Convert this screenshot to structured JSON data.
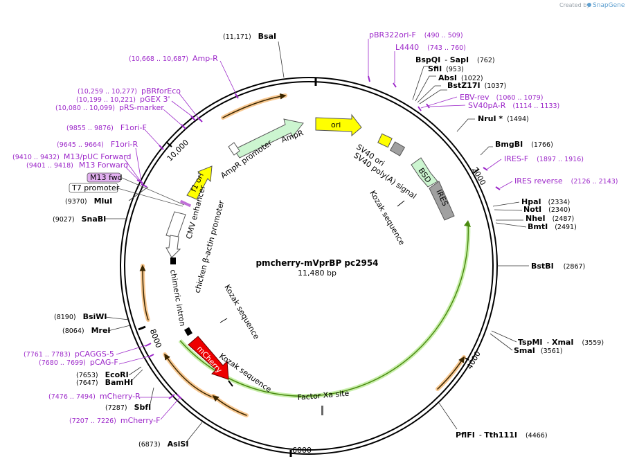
{
  "watermark": {
    "created_by": "Created by",
    "brand": "SnapGene"
  },
  "plasmid": {
    "name": "pmcherry-mVprBP  pc2954",
    "size": "11,480 bp"
  },
  "ticks": [
    "2000",
    "4000",
    "6000",
    "8000",
    "10,000"
  ],
  "sites_right": [
    {
      "name": "BspQI",
      "alt": "SapI",
      "coord": "(762)"
    },
    {
      "name": "SfiI",
      "alt": "",
      "coord": "(953)"
    },
    {
      "name": "AbsI",
      "alt": "",
      "coord": "(1022)"
    },
    {
      "name": "BstZ17I",
      "alt": "",
      "coord": "(1037)"
    },
    {
      "name": "NruI *",
      "alt": "",
      "coord": "(1494)"
    },
    {
      "name": "BmgBI",
      "alt": "",
      "coord": "(1766)"
    },
    {
      "name": "HpaI",
      "alt": "",
      "coord": "(2334)"
    },
    {
      "name": "NotI",
      "alt": "",
      "coord": "(2340)"
    },
    {
      "name": "NheI",
      "alt": "",
      "coord": "(2487)"
    },
    {
      "name": "BmtI",
      "alt": "",
      "coord": "(2491)"
    },
    {
      "name": "BstBI",
      "alt": "",
      "coord": "(2867)"
    },
    {
      "name": "TspMI",
      "alt": "XmaI",
      "coord": "(3559)"
    },
    {
      "name": "SmaI",
      "alt": "",
      "coord": "(3561)"
    },
    {
      "name": "PflFI",
      "alt": "Tth111I",
      "coord": "(4466)"
    }
  ],
  "sites_left": [
    {
      "name": "BsaI",
      "coord": "(11,171)"
    },
    {
      "name": "MluI",
      "coord": "(9370)"
    },
    {
      "name": "SnaBI",
      "coord": "(9027)"
    },
    {
      "name": "BsiWI",
      "coord": "(8190)"
    },
    {
      "name": "MreI",
      "coord": "(8064)"
    },
    {
      "name": "EcoRI",
      "coord": "(7653)"
    },
    {
      "name": "BamHI",
      "coord": "(7647)"
    },
    {
      "name": "SbfI",
      "coord": "(7287)"
    },
    {
      "name": "AsiSI",
      "coord": "(6873)"
    }
  ],
  "primers_right": [
    {
      "name": "pBR322ori-F",
      "coord": "(490 .. 509)"
    },
    {
      "name": "L4440",
      "coord": "(743 .. 760)"
    },
    {
      "name": "EBV-rev",
      "coord": "(1060 .. 1079)"
    },
    {
      "name": "SV40pA-R",
      "coord": "(1114 .. 1133)"
    },
    {
      "name": "IRES-F",
      "coord": "(1897 .. 1916)"
    },
    {
      "name": "IRES reverse",
      "coord": "(2126 .. 2143)"
    }
  ],
  "primers_left": [
    {
      "name": "Amp-R",
      "coord": "(10,668 .. 10,687)"
    },
    {
      "name": "pBRforEco",
      "coord": "(10,259 .. 10,277)"
    },
    {
      "name": "pGEX 3'",
      "coord": "(10,199 .. 10,221)"
    },
    {
      "name": "pRS-marker",
      "coord": "(10,080 .. 10,099)"
    },
    {
      "name": "F1ori-F",
      "coord": "(9855 .. 9876)"
    },
    {
      "name": "F1ori-R",
      "coord": "(9645 .. 9664)"
    },
    {
      "name": "M13/pUC Forward",
      "coord": "(9410 .. 9432)"
    },
    {
      "name": "M13 Forward",
      "coord": "(9401 .. 9418)"
    },
    {
      "name": "pCAGGS-5",
      "coord": "(7761 .. 7783)"
    },
    {
      "name": "pCAG-F",
      "coord": "(7680 .. 7699)"
    },
    {
      "name": "mCherry-R",
      "coord": "(7476 .. 7494)"
    },
    {
      "name": "mCherry-F",
      "coord": "(7207 .. 7226)"
    }
  ],
  "boxed_labels": {
    "m13_fwd": "M13 fwd",
    "t7": "T7 promoter"
  },
  "features": {
    "ori": "ori",
    "ampr": "AmpR",
    "ampr_promoter": "AmpR promoter",
    "f1_ori": "f1 ori",
    "sv40_ori": "SV40 ori",
    "sv40_polya": "SV40 poly(A) signal",
    "bsd": "BSD",
    "ires": "IRES",
    "kozak1": "Kozak sequence",
    "kozak2": "Kozak sequence",
    "kozak3": "Kozak sequence",
    "cmv": "CMV enhancer",
    "cba": "chicken β-actin promoter",
    "chimeric": "chimeric intron",
    "mcherry": "mCherry",
    "factor_xa": "Factor Xa site"
  },
  "colors": {
    "primer": "#9c27c9",
    "ori": "#ffff00",
    "ampr": "#ccf5d0",
    "bsd": "#ccf5d0",
    "ires": "#a0a0a0",
    "mcherry": "#ee0000",
    "orange_arc": "#f5b062",
    "green_arc": "#7fc234"
  }
}
